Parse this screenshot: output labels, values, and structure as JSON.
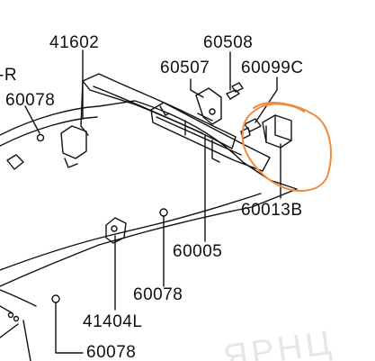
{
  "diagram": {
    "callouts": {
      "p41602": "41602",
      "p60508": "60508",
      "p60507": "60507",
      "p60099c": "60099C",
      "p60078_top": "60078",
      "p_r_left": "-R",
      "p60013b": "60013B",
      "p60005": "60005",
      "p60078_mid": "60078",
      "p41404l": "41404L",
      "p60078_bottom": "60078"
    },
    "watermark": "ЯРНЦ",
    "highlight_color": "#f08a3c",
    "line_color": "#111111"
  }
}
